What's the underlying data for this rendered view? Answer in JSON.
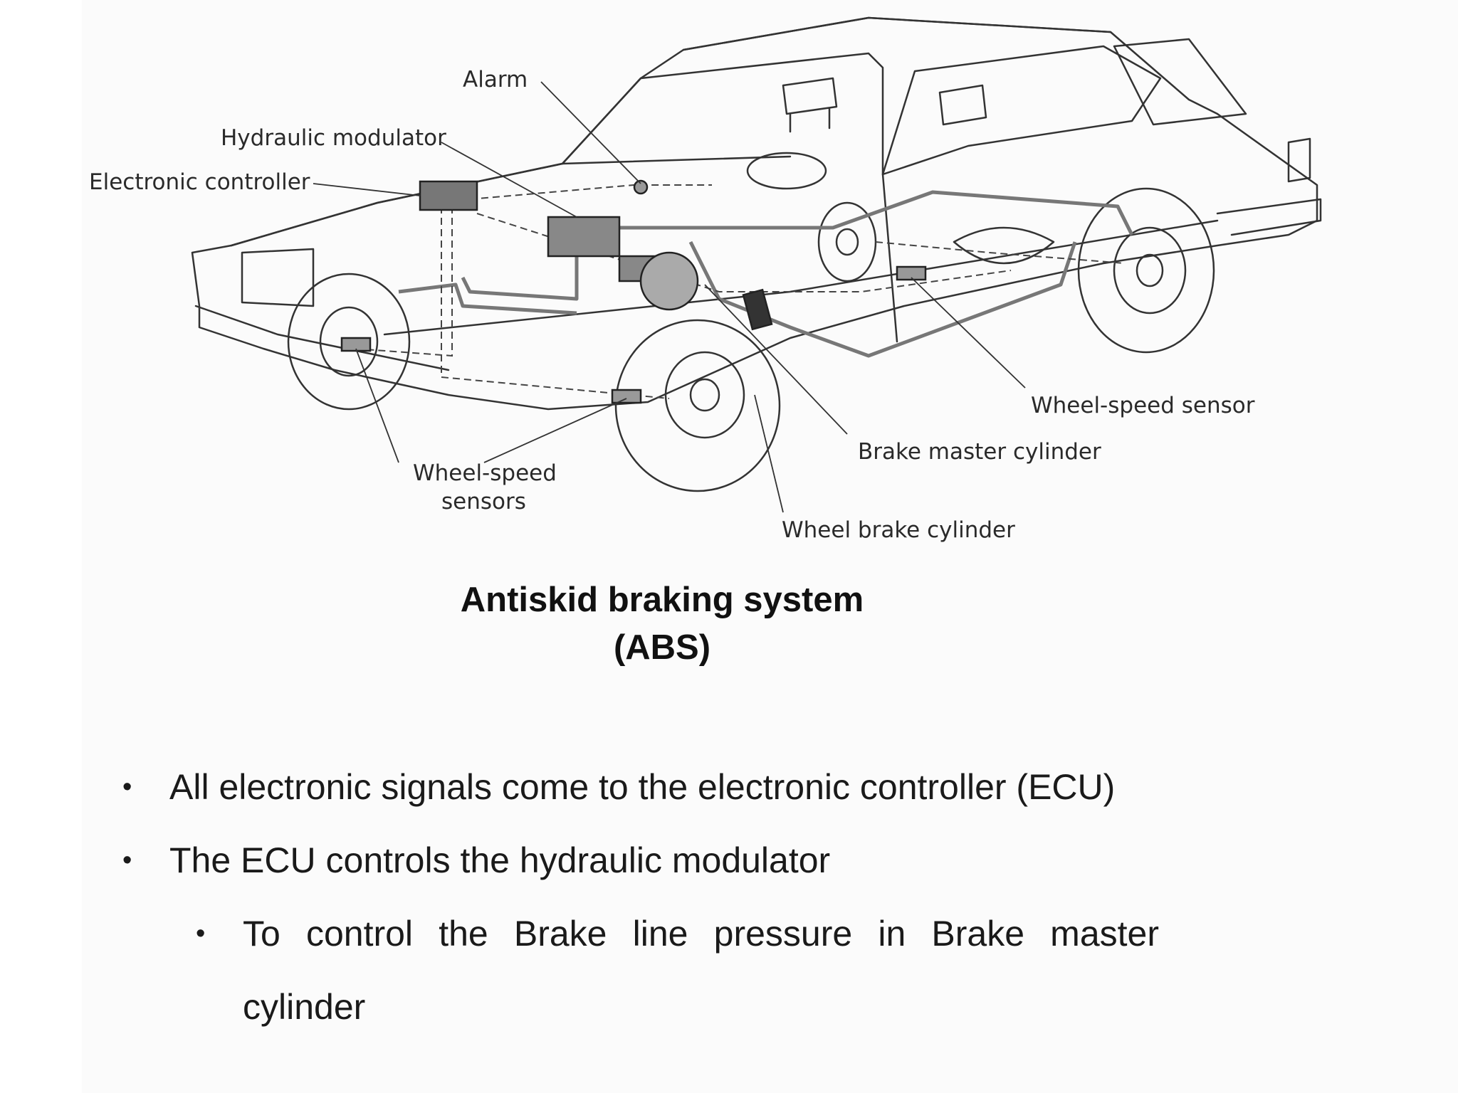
{
  "diagram": {
    "labels": {
      "alarm": "Alarm",
      "hydraulic_modulator": "Hydraulic modulator",
      "electronic_controller": "Electronic controller",
      "wheel_speed_sensor": "Wheel-speed sensor",
      "brake_master_cylinder": "Brake master cylinder",
      "wheel_speed_sensors_line1": "Wheel-speed",
      "wheel_speed_sensors_line2": "sensors",
      "wheel_brake_cylinder": "Wheel brake cylinder"
    }
  },
  "caption": {
    "line1": "Antiskid braking system",
    "line2": "(ABS)"
  },
  "bullets": [
    {
      "text": "All electronic signals come to the electronic controller (ECU)",
      "level": 1
    },
    {
      "text": "The ECU controls the hydraulic modulator",
      "level": 1
    },
    {
      "text": "To control the Brake line pressure in Brake master cylinder",
      "level": 2
    }
  ],
  "bullet_glyph": "•"
}
